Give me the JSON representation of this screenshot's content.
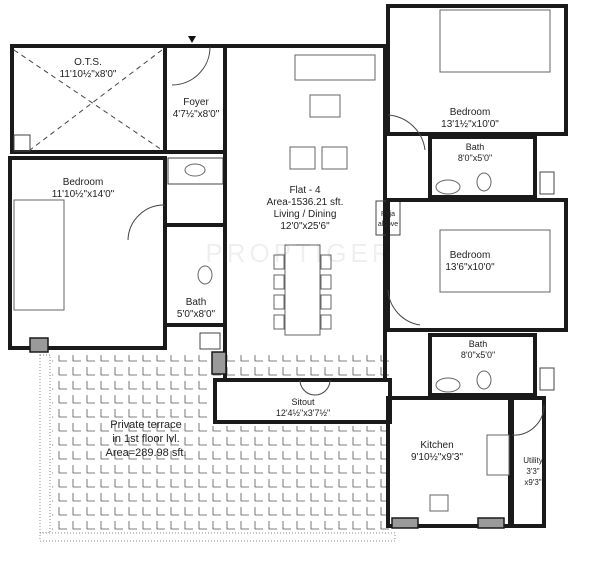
{
  "plan": {
    "flat": {
      "name": "Flat - 4",
      "area": "Area-1536.21 sft.",
      "room": "Living / Dining",
      "size": "12'0\"x25'6\""
    },
    "rooms": [
      {
        "id": "ots",
        "name": "O.T.S.",
        "size": "11'10½\"x8'0\""
      },
      {
        "id": "foyer",
        "name": "Foyer",
        "size": "4'7½\"x8'0\""
      },
      {
        "id": "bedroom-left",
        "name": "Bedroom",
        "size": "11'10½\"x14'0\""
      },
      {
        "id": "bath-left",
        "name": "Bath",
        "size": "5'0\"x8'0\""
      },
      {
        "id": "bedroom-top-right",
        "name": "Bedroom",
        "size": "13'1½\"x10'0\""
      },
      {
        "id": "bath-top-right",
        "name": "Bath",
        "size": "8'0\"x5'0\""
      },
      {
        "id": "puja",
        "name": "Puja",
        "size": "alcove"
      },
      {
        "id": "bedroom-mid-right",
        "name": "Bedroom",
        "size": "13'6\"x10'0\""
      },
      {
        "id": "bath-mid-right",
        "name": "Bath",
        "size": "8'0\"x5'0\""
      },
      {
        "id": "sitout",
        "name": "Sitout",
        "size": "12'4½\"x3'7½\""
      },
      {
        "id": "kitchen",
        "name": "Kitchen",
        "size": "9'10½\"x9'3\""
      },
      {
        "id": "utility",
        "name": "Utility",
        "size": "3'3\"",
        "size2": "x9'3\""
      }
    ],
    "terrace": {
      "line1": "Private terrace",
      "line2": "in 1st floor lvl.",
      "line3": "Area=289.98 sft."
    },
    "watermark": "PROPTIGER"
  }
}
